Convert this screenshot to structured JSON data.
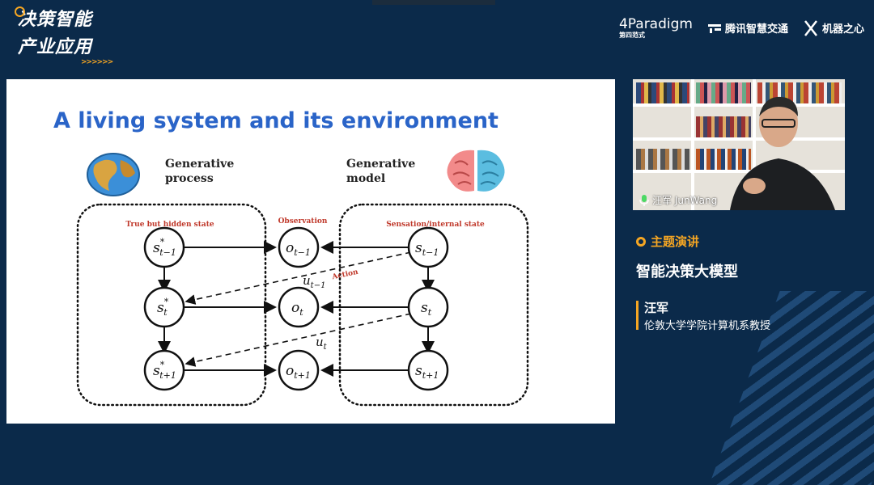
{
  "brand": {
    "line1": "决策智能",
    "line2": "产业应用",
    "chevrons": ">>>>>>"
  },
  "sponsors": [
    {
      "name": "4Paradigm",
      "sub": "第四范式"
    },
    {
      "name": "腾讯智慧交通"
    },
    {
      "name": "机器之心"
    }
  ],
  "slide": {
    "title": "A living system and its environment",
    "left_label": [
      "Generative",
      "process"
    ],
    "right_label": [
      "Generative",
      "model"
    ],
    "groups": {
      "hidden": "True but hidden state",
      "observation": "Observation",
      "sensation": "Sensation/internal state",
      "action": "Action"
    },
    "nodes": {
      "s_star": [
        {
          "base": "s",
          "sup": "*",
          "sub": "t−1"
        },
        {
          "base": "s",
          "sup": "*",
          "sub": "t"
        },
        {
          "base": "s",
          "sup": "*",
          "sub": "t+1"
        }
      ],
      "o": [
        {
          "base": "o",
          "sub": "t−1"
        },
        {
          "base": "o",
          "sub": "t"
        },
        {
          "base": "o",
          "sub": "t+1"
        }
      ],
      "s": [
        {
          "base": "s",
          "sub": "t−1"
        },
        {
          "base": "s",
          "sub": "t"
        },
        {
          "base": "s",
          "sub": "t+1"
        }
      ]
    },
    "u_labels": [
      {
        "base": "u",
        "sub": "t−1"
      },
      {
        "base": "u",
        "sub": "t"
      }
    ]
  },
  "camera": {
    "name_tag": "汪军 JunWang"
  },
  "talk": {
    "topic_label": "主题演讲",
    "title": "智能决策大模型",
    "speaker_name": "汪军",
    "speaker_affiliation": "伦敦大学学院计算机系教授"
  },
  "colors": {
    "background": "#0b2a4a",
    "accent_orange": "#f5a623",
    "slide_title_blue": "#2a64c8",
    "group_label_red": "#c0392b"
  },
  "icons": [
    "globe-icon",
    "brain-icon",
    "microphone-icon",
    "topic-ring-icon"
  ]
}
